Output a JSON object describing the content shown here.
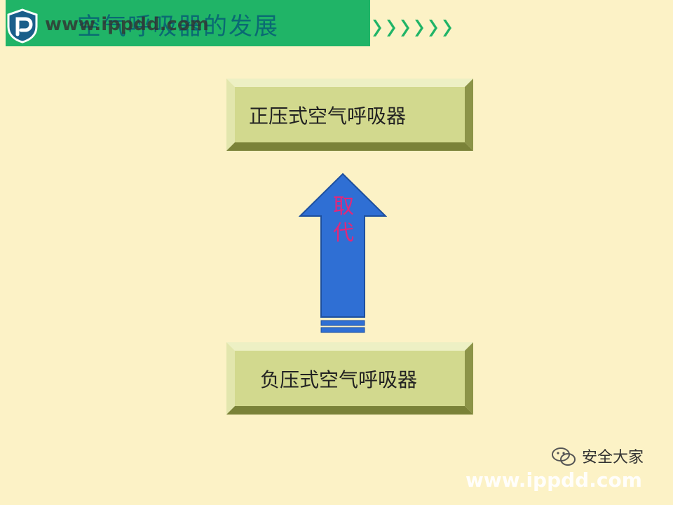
{
  "title": "空气呼吸器的发展",
  "watermark": "www.ippdd.com",
  "boxes": {
    "top": "正压式空气呼吸器",
    "bottom": "负压式空气呼吸器"
  },
  "arrow_label": "取代",
  "wechat_account": "安全大家",
  "colors": {
    "background": "#fcf2c6",
    "title_bar": "#20b467",
    "title_text": "#0a6a73",
    "box_face": "#d2d98e",
    "arrow": "#2f6fd4",
    "arrow_label": "#e0287a",
    "chevrons": "#20b467"
  },
  "icons": [
    "shield-logo-icon",
    "chevron-right-icon",
    "wechat-icon"
  ]
}
